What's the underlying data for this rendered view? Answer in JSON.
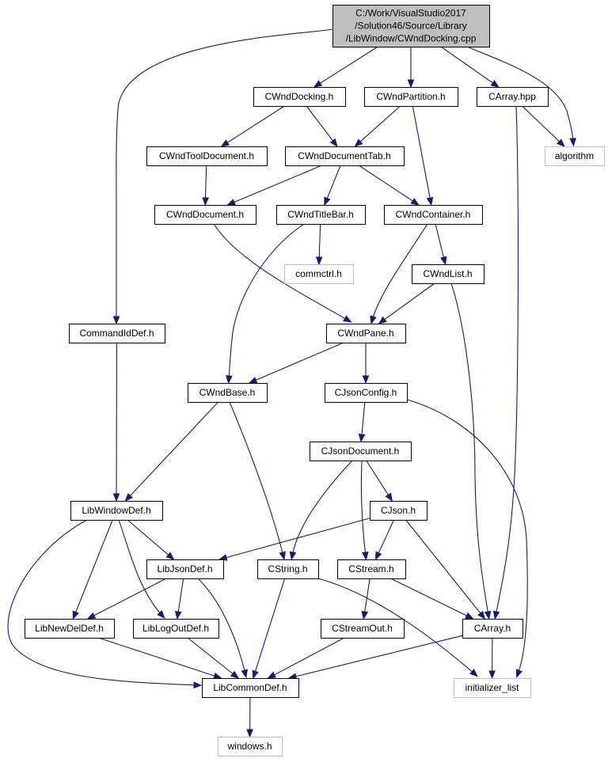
{
  "nodes": [
    {
      "id": "root",
      "lines": [
        "C:/Work/VisualStudio2017",
        "/Solution46/Source/Library",
        "/LibWindow/CWndDocking.cpp"
      ],
      "style": "root"
    },
    {
      "id": "cwnddocking",
      "lines": [
        "CWndDocking.h"
      ],
      "style": "normal"
    },
    {
      "id": "cwndpartition",
      "lines": [
        "CWndPartition.h"
      ],
      "style": "normal"
    },
    {
      "id": "carray_hpp",
      "lines": [
        "CArray.hpp"
      ],
      "style": "normal"
    },
    {
      "id": "algorithm",
      "lines": [
        "algorithm"
      ],
      "style": "external"
    },
    {
      "id": "cwndtooldocument",
      "lines": [
        "CWndToolDocument.h"
      ],
      "style": "normal"
    },
    {
      "id": "cwnddocumenttab",
      "lines": [
        "CWndDocumentTab.h"
      ],
      "style": "normal"
    },
    {
      "id": "cwnddocument",
      "lines": [
        "CWndDocument.h"
      ],
      "style": "normal"
    },
    {
      "id": "cwndtitlebar",
      "lines": [
        "CWndTitleBar.h"
      ],
      "style": "normal"
    },
    {
      "id": "cwndcontainer",
      "lines": [
        "CWndContainer.h"
      ],
      "style": "normal"
    },
    {
      "id": "commctrl",
      "lines": [
        "commctrl.h"
      ],
      "style": "external"
    },
    {
      "id": "cwndlist",
      "lines": [
        "CWndList.h"
      ],
      "style": "normal"
    },
    {
      "id": "commandiddef",
      "lines": [
        "CommandIdDef.h"
      ],
      "style": "normal"
    },
    {
      "id": "cwndpane",
      "lines": [
        "CWndPane.h"
      ],
      "style": "normal"
    },
    {
      "id": "cwndbase",
      "lines": [
        "CWndBase.h"
      ],
      "style": "normal"
    },
    {
      "id": "cjsonconfig",
      "lines": [
        "CJsonConfig.h"
      ],
      "style": "normal"
    },
    {
      "id": "cjsondocument",
      "lines": [
        "CJsonDocument.h"
      ],
      "style": "normal"
    },
    {
      "id": "libwindowdef",
      "lines": [
        "LibWindowDef.h"
      ],
      "style": "normal"
    },
    {
      "id": "cjson",
      "lines": [
        "CJson.h"
      ],
      "style": "normal"
    },
    {
      "id": "libjsondef",
      "lines": [
        "LibJsonDef.h"
      ],
      "style": "normal"
    },
    {
      "id": "cstring",
      "lines": [
        "CString.h"
      ],
      "style": "normal"
    },
    {
      "id": "cstream",
      "lines": [
        "CStream.h"
      ],
      "style": "normal"
    },
    {
      "id": "libnewdeldef",
      "lines": [
        "LibNewDelDef.h"
      ],
      "style": "normal"
    },
    {
      "id": "liblogoutdef",
      "lines": [
        "LibLogOutDef.h"
      ],
      "style": "normal"
    },
    {
      "id": "cstreamout",
      "lines": [
        "CStreamOut.h"
      ],
      "style": "normal"
    },
    {
      "id": "carray_h",
      "lines": [
        "CArray.h"
      ],
      "style": "normal"
    },
    {
      "id": "libcommondef",
      "lines": [
        "LibCommonDef.h"
      ],
      "style": "normal"
    },
    {
      "id": "initializer_list",
      "lines": [
        "initializer_list"
      ],
      "style": "external"
    },
    {
      "id": "windows",
      "lines": [
        "windows.h"
      ],
      "style": "external"
    }
  ],
  "edges": [
    [
      "root",
      "cwnddocking"
    ],
    [
      "root",
      "cwndpartition"
    ],
    [
      "root",
      "carray_hpp"
    ],
    [
      "root",
      "algorithm"
    ],
    [
      "root",
      "commandiddef"
    ],
    [
      "cwnddocking",
      "cwndtooldocument"
    ],
    [
      "cwnddocking",
      "cwnddocumenttab"
    ],
    [
      "cwndpartition",
      "cwnddocumenttab"
    ],
    [
      "cwndpartition",
      "cwndcontainer"
    ],
    [
      "carray_hpp",
      "algorithm"
    ],
    [
      "carray_hpp",
      "carray_h"
    ],
    [
      "cwndtooldocument",
      "cwnddocument"
    ],
    [
      "cwnddocumenttab",
      "cwnddocument"
    ],
    [
      "cwnddocumenttab",
      "cwndtitlebar"
    ],
    [
      "cwnddocumenttab",
      "cwndcontainer"
    ],
    [
      "cwnddocument",
      "cwndpane"
    ],
    [
      "cwndtitlebar",
      "commctrl"
    ],
    [
      "cwndtitlebar",
      "cwndbase"
    ],
    [
      "cwndcontainer",
      "cwndlist"
    ],
    [
      "cwndcontainer",
      "cwndpane"
    ],
    [
      "cwndlist",
      "cwndpane"
    ],
    [
      "cwndlist",
      "carray_h"
    ],
    [
      "commandiddef",
      "libwindowdef"
    ],
    [
      "cwndpane",
      "cwndbase"
    ],
    [
      "cwndpane",
      "cjsonconfig"
    ],
    [
      "cwndbase",
      "libwindowdef"
    ],
    [
      "cwndbase",
      "cstring"
    ],
    [
      "cjsonconfig",
      "cjsondocument"
    ],
    [
      "cjsonconfig",
      "initializer_list"
    ],
    [
      "cjsondocument",
      "cjson"
    ],
    [
      "cjsondocument",
      "cstring"
    ],
    [
      "cjsondocument",
      "cstream"
    ],
    [
      "libwindowdef",
      "libjsondef"
    ],
    [
      "libwindowdef",
      "libnewdeldef"
    ],
    [
      "libwindowdef",
      "liblogoutdef"
    ],
    [
      "libwindowdef",
      "libcommondef"
    ],
    [
      "cjson",
      "libjsondef"
    ],
    [
      "cjson",
      "cstream"
    ],
    [
      "cjson",
      "carray_h"
    ],
    [
      "libjsondef",
      "libnewdeldef"
    ],
    [
      "libjsondef",
      "liblogoutdef"
    ],
    [
      "libjsondef",
      "libcommondef"
    ],
    [
      "cstring",
      "libcommondef"
    ],
    [
      "cstring",
      "initializer_list"
    ],
    [
      "cstream",
      "cstreamout"
    ],
    [
      "cstream",
      "carray_h"
    ],
    [
      "libnewdeldef",
      "libcommondef"
    ],
    [
      "liblogoutdef",
      "libcommondef"
    ],
    [
      "cstreamout",
      "libcommondef"
    ],
    [
      "carray_h",
      "libcommondef"
    ],
    [
      "carray_h",
      "initializer_list"
    ],
    [
      "libcommondef",
      "windows"
    ]
  ]
}
